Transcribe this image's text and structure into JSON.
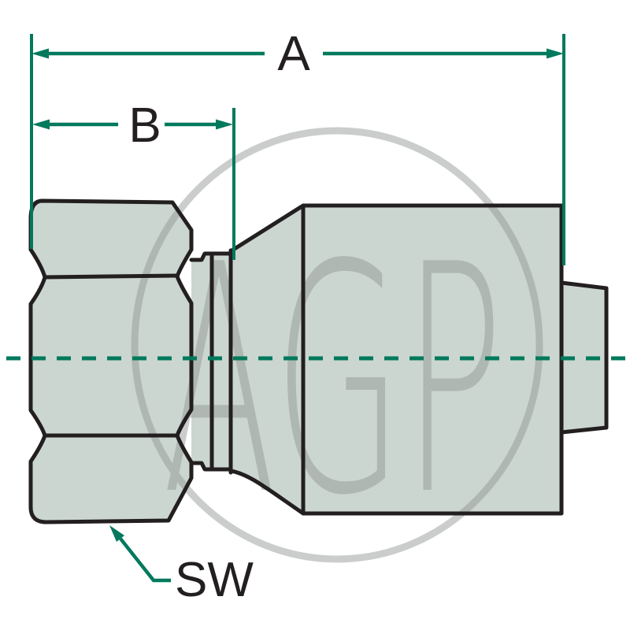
{
  "diagram": {
    "watermark": {
      "text": "AGP"
    },
    "labels": {
      "dim_a": "A",
      "dim_b": "B",
      "wrench_size": "SW"
    },
    "colors": {
      "body_fill": "#ccd6d0",
      "outline": "#231f20",
      "dimension": "#00795c",
      "watermark": "#8d9292",
      "label": "#231f20",
      "background": "#ffffff"
    }
  }
}
